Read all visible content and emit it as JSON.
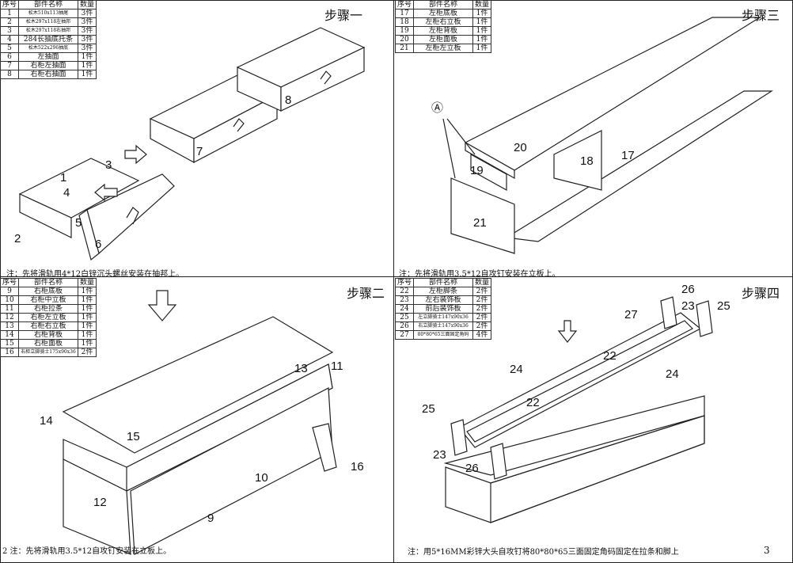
{
  "table_headers": {
    "no": "序号",
    "name": "部件名称",
    "qty": "数量"
  },
  "steps": [
    {
      "title": "步骤一",
      "note": "注：先将滑轨用4*12白锌沉头螺丝安装在抽邦上。",
      "parts": [
        [
          "1",
          "松木510x113抽尾",
          "3件"
        ],
        [
          "2",
          "松木297x118左抽邦",
          "3件"
        ],
        [
          "3",
          "松木297x118右抽邦",
          "3件"
        ],
        [
          "4",
          "284长抽底托条",
          "3件"
        ],
        [
          "5",
          "松木522x296抽底",
          "3件"
        ],
        [
          "6",
          "左抽面",
          "1件"
        ],
        [
          "7",
          "右柜左抽面",
          "1件"
        ],
        [
          "8",
          "右柜右抽面",
          "1件"
        ]
      ],
      "callouts": [
        "1",
        "2",
        "3",
        "4",
        "5",
        "6",
        "7",
        "8"
      ]
    },
    {
      "title": "步骤三",
      "note": "注：先将滑轨用3.5*12自攻钉安装在立板上。",
      "parts": [
        [
          "17",
          "左柜底板",
          "1件"
        ],
        [
          "18",
          "左柜右立板",
          "1件"
        ],
        [
          "19",
          "左柜背板",
          "1件"
        ],
        [
          "20",
          "左柜面板",
          "1件"
        ],
        [
          "21",
          "左柜左立板",
          "1件"
        ]
      ],
      "callouts": [
        "Ⓐ",
        "20",
        "19",
        "18",
        "17",
        "21"
      ]
    },
    {
      "title": "步骤二",
      "note": "2 注：先将滑轨用3.5*12自攻钉安装在立板上。",
      "parts": [
        [
          "9",
          "右柜底板",
          "1件"
        ],
        [
          "10",
          "右柜中立板",
          "1件"
        ],
        [
          "11",
          "右柜拉条",
          "1件"
        ],
        [
          "12",
          "右柜左立板",
          "1件"
        ],
        [
          "13",
          "右柜右立板",
          "1件"
        ],
        [
          "14",
          "右柜背板",
          "1件"
        ],
        [
          "15",
          "右柜面板",
          "1件"
        ],
        [
          "16",
          "右柜立脚骑士175x90x36",
          "2件"
        ]
      ],
      "callouts": [
        "14",
        "15",
        "13",
        "11",
        "12",
        "10",
        "16",
        "9"
      ]
    },
    {
      "title": "步骤四",
      "note": "注：用5*16MM彩锌大头自攻钉将80*80*65三面固定角码固定在拉条和脚上",
      "parts": [
        [
          "22",
          "左柜脚条",
          "2件"
        ],
        [
          "23",
          "左右装饰板",
          "2件"
        ],
        [
          "24",
          "前后装饰板",
          "2件"
        ],
        [
          "25",
          "左立脚骑士147x90x36",
          "2件"
        ],
        [
          "26",
          "右立脚骑士147x90x36",
          "2件"
        ],
        [
          "27",
          "80*80*65三面固定角码",
          "4件"
        ]
      ],
      "callouts": [
        "26",
        "27",
        "23",
        "25",
        "22",
        "24",
        "22",
        "24",
        "25",
        "23",
        "26"
      ]
    }
  ],
  "page_number": "3"
}
